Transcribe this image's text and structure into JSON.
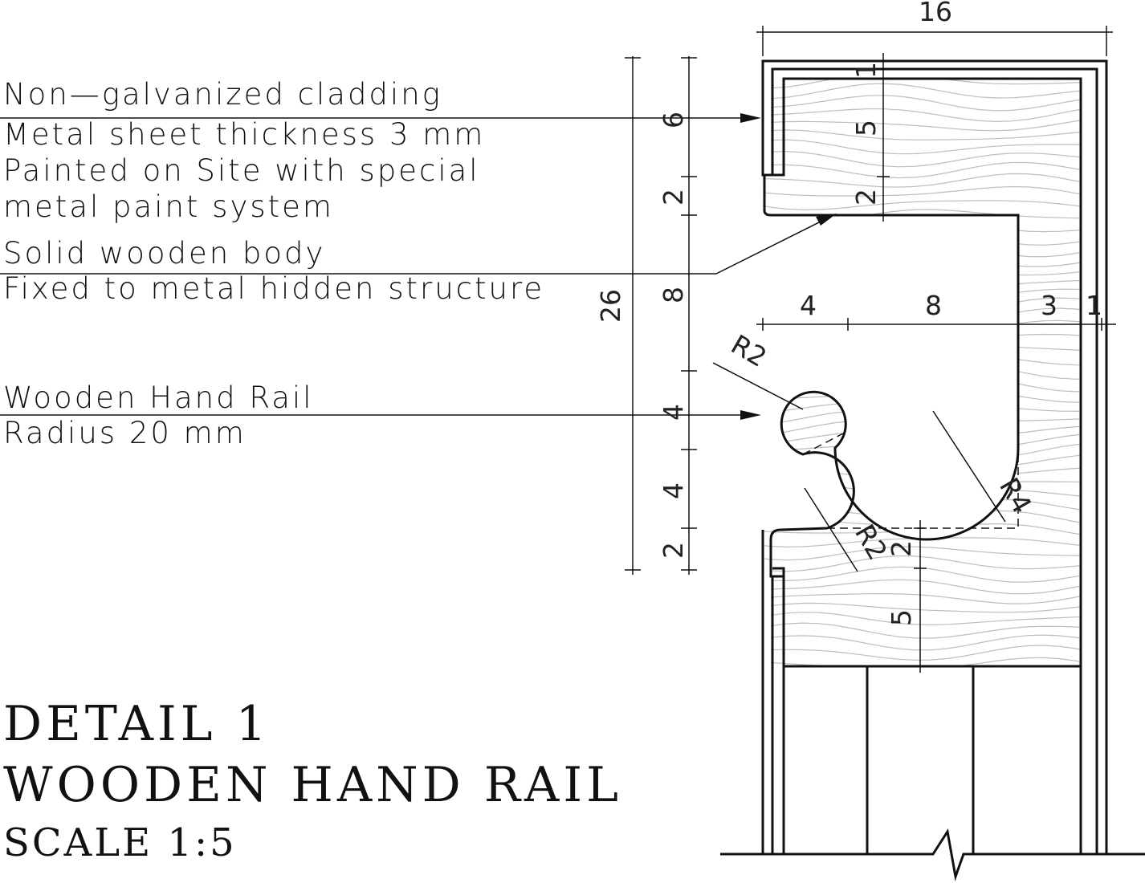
{
  "annotations": {
    "cladding": [
      "Non—galvanized cladding",
      "Metal sheet thickness 3 mm",
      "Painted on Site with special",
      "metal paint system"
    ],
    "body": [
      "Solid wooden body",
      "Fixed to metal hidden structure"
    ],
    "rail": [
      "Wooden Hand Rail",
      "Radius 20 mm"
    ]
  },
  "title": {
    "line1": "DETAIL 1",
    "line2": "WOODEN HAND RAIL",
    "line3": "SCALE 1:5"
  },
  "dimensions": {
    "top_width": "16",
    "total_height": "26",
    "left_chain": [
      "6",
      "2",
      "8",
      "4",
      "4",
      "2"
    ],
    "inner_top": [
      "1",
      "5",
      "2"
    ],
    "horizontal": [
      "4",
      "8",
      "3",
      "1"
    ],
    "inner_bottom": [
      "2",
      "5"
    ],
    "radii": [
      "R2",
      "R4",
      "R2"
    ]
  }
}
